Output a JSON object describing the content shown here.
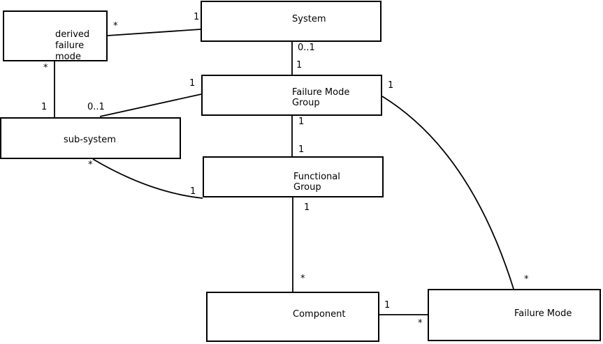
{
  "colors": {
    "background": "#ffffff",
    "line": "#000000",
    "text": "#000000"
  },
  "nodes": [
    {
      "id": "derived-failure-mode",
      "lines": [
        "derived",
        "failure",
        "mode"
      ]
    },
    {
      "id": "system",
      "lines": [
        "System"
      ]
    },
    {
      "id": "failure-mode-group",
      "lines": [
        "Failure Mode",
        "Group"
      ]
    },
    {
      "id": "sub-system",
      "lines": [
        "sub-system"
      ]
    },
    {
      "id": "functional-group",
      "lines": [
        "Functional",
        "Group"
      ]
    },
    {
      "id": "component",
      "lines": [
        "Component"
      ]
    },
    {
      "id": "failure-mode",
      "lines": [
        "Failure Mode"
      ]
    }
  ],
  "edges": [
    {
      "source": "derived-failure-mode",
      "target": "system",
      "source_label": "*",
      "target_label": "1"
    },
    {
      "source": "derived-failure-mode",
      "target": "sub-system",
      "source_label": "*",
      "target_label": "1"
    },
    {
      "source": "sub-system",
      "target": "failure-mode-group",
      "source_label": "0..1",
      "target_label": "1"
    },
    {
      "source": "system",
      "target": "failure-mode-group",
      "source_label": "0..1",
      "target_label": "1"
    },
    {
      "source": "failure-mode-group",
      "target": "functional-group",
      "source_label": "1",
      "target_label": "1"
    },
    {
      "source": "sub-system",
      "target": "functional-group",
      "source_label": "*",
      "target_label": "1"
    },
    {
      "source": "failure-mode-group",
      "target": "failure-mode",
      "source_label": "1",
      "target_label": "*"
    },
    {
      "source": "functional-group",
      "target": "component",
      "source_label": "1",
      "target_label": "*"
    },
    {
      "source": "component",
      "target": "failure-mode",
      "source_label": "1",
      "target_label": "*"
    }
  ]
}
